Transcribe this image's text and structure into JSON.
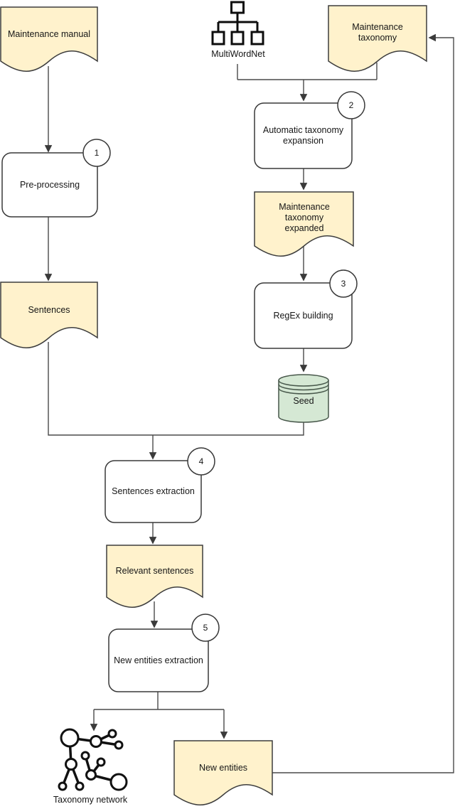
{
  "diagram": {
    "colors": {
      "document_fill": "#fff2cc",
      "database_fill": "#d5e8d4",
      "process_fill": "#ffffff",
      "stroke": "#3d3d3d"
    },
    "nodes": {
      "maintenance_manual": {
        "label": "Maintenance manual",
        "shape": "document"
      },
      "multiwordnet": {
        "label": "MultiWordNet",
        "shape": "tree-icon"
      },
      "maintenance_taxonomy": {
        "label": "Maintenance taxonomy",
        "shape": "document"
      },
      "pre_processing": {
        "label": "Pre-processing",
        "step": "1",
        "shape": "process"
      },
      "automatic_taxonomy_expansion": {
        "label": "Automatic taxonomy expansion",
        "step": "2",
        "shape": "process"
      },
      "maintenance_taxonomy_expanded": {
        "label": "Maintenance taxonomy expanded",
        "shape": "document"
      },
      "regex_building": {
        "label": "RegEx building",
        "step": "3",
        "shape": "process"
      },
      "seed": {
        "label": "Seed",
        "shape": "database"
      },
      "sentences": {
        "label": "Sentences",
        "shape": "document"
      },
      "sentences_extraction": {
        "label": "Sentences extraction",
        "step": "4",
        "shape": "process"
      },
      "relevant_sentences": {
        "label": "Relevant sentences",
        "shape": "document"
      },
      "new_entities_extraction": {
        "label": "New entities extraction",
        "step": "5",
        "shape": "process"
      },
      "new_entities": {
        "label": "New entities",
        "shape": "document"
      },
      "taxonomy_network": {
        "label": "Taxonomy network",
        "shape": "network-icon"
      }
    }
  }
}
